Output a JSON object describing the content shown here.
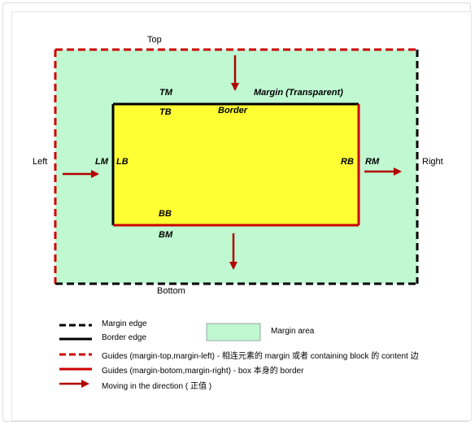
{
  "diagram": {
    "side_labels": {
      "top": "Top",
      "bottom": "Bottom",
      "left": "Left",
      "right": "Right"
    },
    "margin_label": "Margin (Transparent)",
    "border_label": "Border",
    "inner_labels": {
      "tm": "TM",
      "tb": "TB",
      "lm": "LM",
      "lb": "LB",
      "rb": "RB",
      "rm": "RM",
      "bb": "BB",
      "bm": "BM"
    },
    "colors": {
      "margin_fill": "#bff8d1",
      "content_fill": "#ffff33",
      "guide_red": "#cc0000",
      "arrow_red": "#b30000",
      "edge_black": "#000000"
    }
  },
  "legend": {
    "margin_edge": "Margin edge",
    "border_edge": "Border edge",
    "margin_area": "Margin area",
    "guides_top_left": "Guides (margin-top,margin-left) - 相连元素的 margin 或者 containing block 的 content 边",
    "guides_bottom_right": "Guides (margin-botom,margin-right) - box 本身的 border",
    "moving": "Moving in the direction ( 正值 )"
  }
}
